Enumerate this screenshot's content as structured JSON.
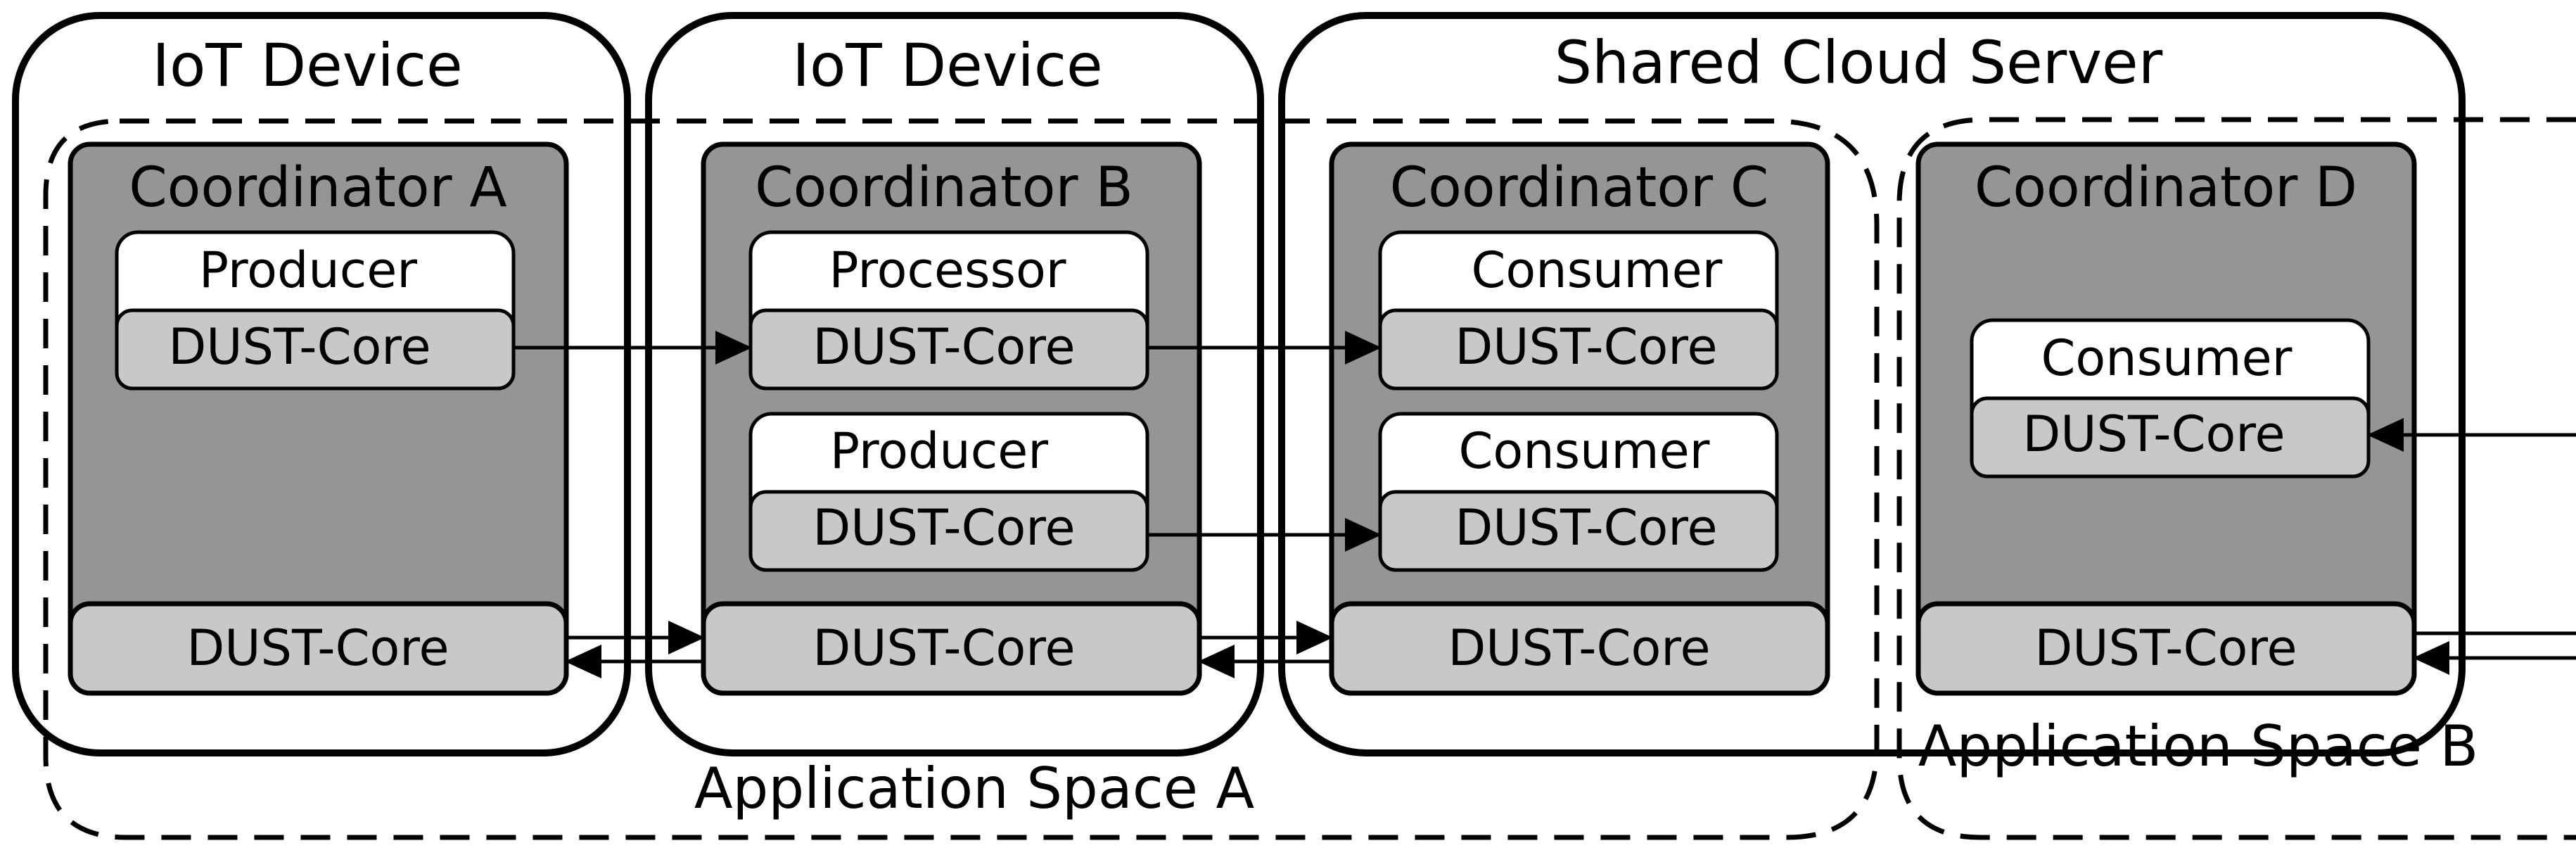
{
  "devices": [
    {
      "label": "IoT Device"
    },
    {
      "label": "IoT Device"
    },
    {
      "label": "Shared Cloud Server"
    }
  ],
  "coordinators": [
    {
      "label": "Coordinator A",
      "core_label": "DUST-Core"
    },
    {
      "label": "Coordinator B",
      "core_label": "DUST-Core"
    },
    {
      "label": "Coordinator C",
      "core_label": "DUST-Core"
    },
    {
      "label": "Coordinator D",
      "core_label": "DUST-Core"
    }
  ],
  "components": [
    {
      "role": "Producer",
      "core_label": "DUST-Core"
    },
    {
      "role": "Processor",
      "core_label": "DUST-Core"
    },
    {
      "role": "Producer",
      "core_label": "DUST-Core"
    },
    {
      "role": "Consumer",
      "core_label": "DUST-Core"
    },
    {
      "role": "Consumer",
      "core_label": "DUST-Core"
    },
    {
      "role": "Consumer",
      "core_label": "DUST-Core"
    }
  ],
  "application_spaces": [
    {
      "label": "Application Space A"
    },
    {
      "label": "Application Space B"
    }
  ],
  "colors": {
    "coordinator_fill": "#959595",
    "core_fill": "#c8c8c8",
    "component_top_fill": "#ffffff",
    "stroke": "#000000"
  }
}
